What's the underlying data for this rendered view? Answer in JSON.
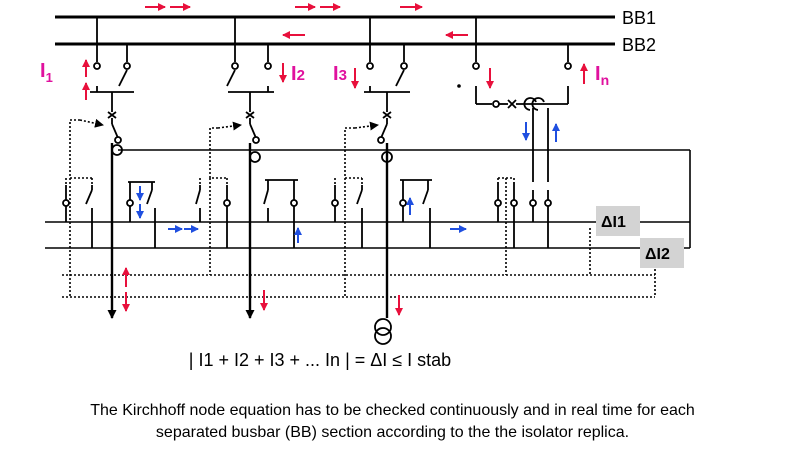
{
  "busbars": {
    "bb1": "BB1",
    "bb2": "BB2"
  },
  "feeder_labels": {
    "i1": {
      "main": "I",
      "sub": "1"
    },
    "i2": {
      "main": "I",
      "sub": "2"
    },
    "i3": {
      "main": "I",
      "sub": "3"
    },
    "in": {
      "main": "I",
      "sub": "n"
    }
  },
  "zone_labels": {
    "delta_i1": "ΔI1",
    "delta_i2": "ΔI2"
  },
  "equation": "| I1 + I2 + I3  + ... In | = ΔI ≤ I stab",
  "caption": {
    "line1": "The Kirchhoff node equation has to be checked continuously and in real time for each",
    "line2": "separated busbar (BB) section according to the the isolator replica."
  },
  "colors": {
    "current_arrow_red": "#e8103c",
    "current_arrow_blue": "#1f4fe0",
    "label_magenta": "#e0119e",
    "zone_box_gray": "#d3d3d3"
  }
}
